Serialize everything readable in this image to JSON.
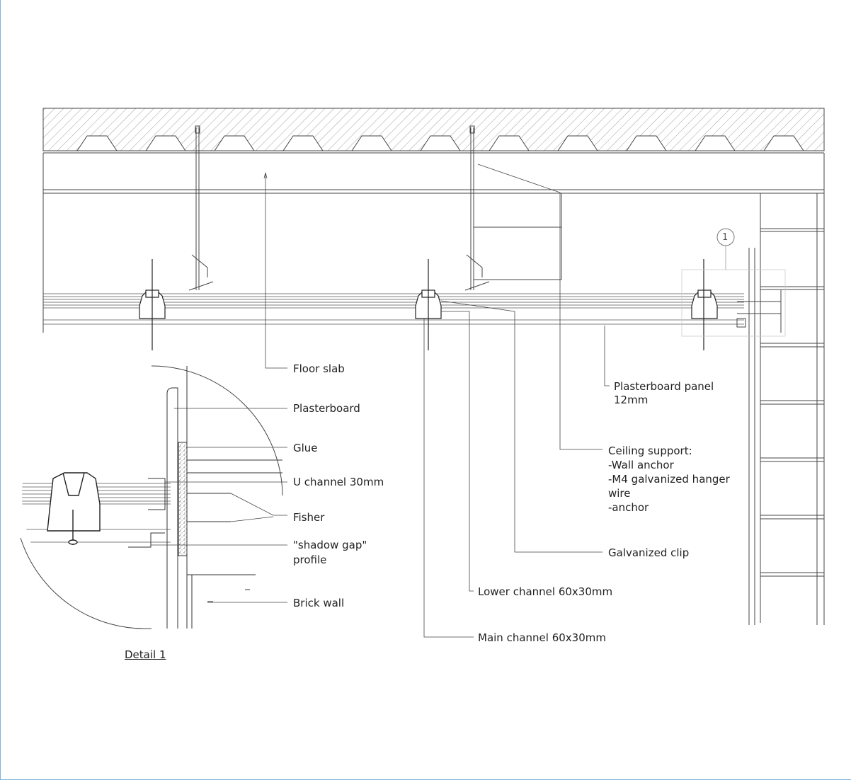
{
  "labels": {
    "floor_slab": "Floor slab",
    "plasterboard": "Plasterboard",
    "glue": "Glue",
    "u_channel": "U channel 30mm",
    "fisher": "Fisher",
    "shadow_gap_1": "\"shadow gap\"",
    "shadow_gap_2": "profile",
    "brick_wall": "Brick wall",
    "detail_title": "Detail 1",
    "plasterboard_panel_1": "Plasterboard panel",
    "plasterboard_panel_2": "12mm",
    "ceiling_support_title": "Ceiling support:",
    "ceiling_support_1": "-Wall anchor",
    "ceiling_support_2": "-M4 galvanized hanger",
    "ceiling_support_3": "wire",
    "ceiling_support_4": "-anchor",
    "galvanized_clip": "Galvanized clip",
    "lower_channel": "Lower channel 60x30mm",
    "main_channel": "Main channel 60x30mm",
    "detail_marker": "1"
  },
  "colors": {
    "line": "#444444",
    "hatch": "#666666",
    "frame": "#7fb3d9"
  }
}
